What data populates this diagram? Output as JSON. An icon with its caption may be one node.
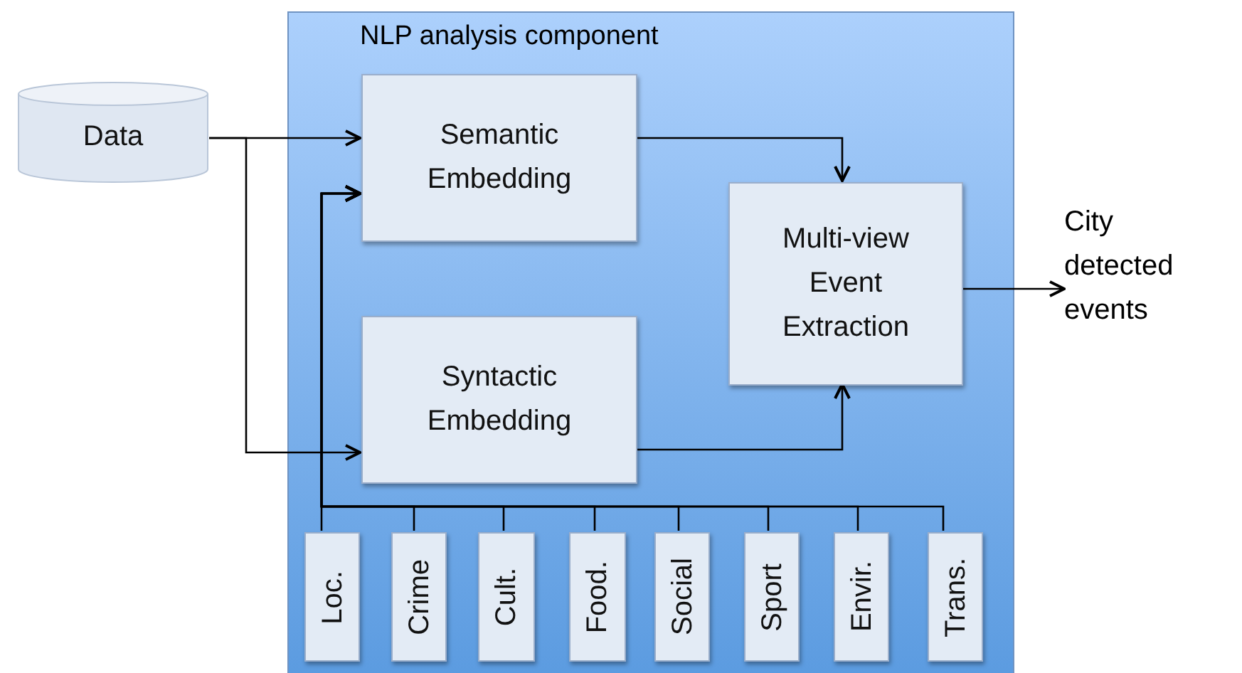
{
  "diagram": {
    "nodes": [
      {
        "text": [
          "Data"
        ]
      },
      {
        "text": [
          "NLP analysis component"
        ]
      },
      {
        "text": [
          "Semantic Embedding"
        ],
        "in": 1
      },
      {
        "text": [
          "Syntactic Embedding"
        ],
        "in": 1
      },
      {
        "text": [
          "Multi-view Event Extraction"
        ],
        "in": 1
      },
      {
        "text": [
          "City detected events"
        ]
      },
      {
        "text": [
          "Loc."
        ],
        "in": 1
      },
      {
        "text": [
          "Crime"
        ],
        "in": 1
      },
      {
        "text": [
          "Cult."
        ],
        "in": 1
      },
      {
        "text": [
          "Food."
        ],
        "in": 1
      },
      {
        "text": [
          "Social"
        ],
        "in": 1
      },
      {
        "text": [
          "Sport"
        ],
        "in": 1
      },
      {
        "text": [
          "Envir."
        ],
        "in": 1
      },
      {
        "text": [
          "Trans."
        ],
        "in": 1
      }
    ],
    "edges": [
      {
        "from": 0,
        "to": 2,
        "arrow": "to"
      },
      {
        "from": 0,
        "to": 3,
        "arrow": "to"
      },
      {
        "from": 2,
        "to": 4,
        "arrow": "to"
      },
      {
        "from": 3,
        "to": 4,
        "arrow": "to"
      },
      {
        "from": 4,
        "to": 5,
        "arrow": "to"
      },
      {
        "from": 6,
        "to": 2,
        "arrow": "to"
      },
      {
        "from": 7,
        "to": 2,
        "arrow": "to"
      },
      {
        "from": 8,
        "to": 2,
        "arrow": "to"
      },
      {
        "from": 9,
        "to": 2,
        "arrow": "to"
      },
      {
        "from": 10,
        "to": 2,
        "arrow": "to"
      },
      {
        "from": 11,
        "to": 2,
        "arrow": "to"
      },
      {
        "from": 12,
        "to": 2,
        "arrow": "to"
      },
      {
        "from": 13,
        "to": 2,
        "arrow": "to"
      }
    ]
  }
}
